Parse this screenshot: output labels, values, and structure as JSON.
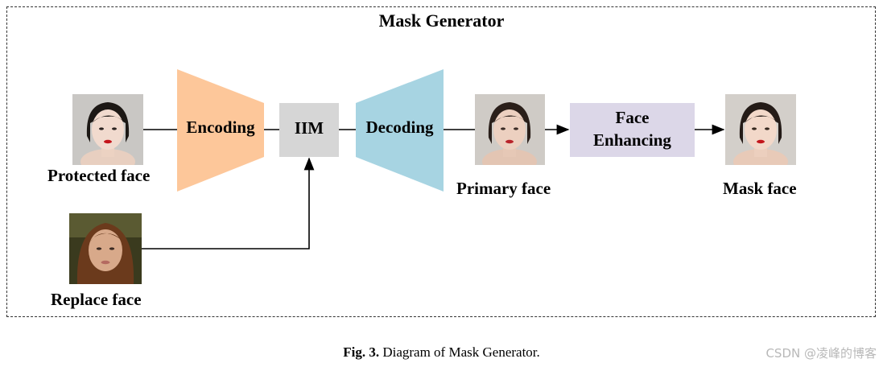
{
  "title": "Mask Generator",
  "blocks": {
    "encoding": "Encoding",
    "iim": "IIM",
    "decoding": "Decoding",
    "face_enhancing_line1": "Face",
    "face_enhancing_line2": "Enhancing"
  },
  "labels": {
    "protected_face": "Protected face",
    "replace_face": "Replace face",
    "primary_face": "Primary face",
    "mask_face": "Mask face"
  },
  "caption": {
    "prefix": "Fig. 3.",
    "text": " Diagram of Mask Generator."
  },
  "watermark": "CSDN @凌峰的博客",
  "colors": {
    "encoder": "#FDC79A",
    "decoder": "#A7D4E2",
    "iim": "#D6D6D6",
    "enhancer": "#DCD7E8"
  },
  "icons": [
    "protected-face-image",
    "replace-face-image",
    "primary-face-image",
    "mask-face-image"
  ]
}
